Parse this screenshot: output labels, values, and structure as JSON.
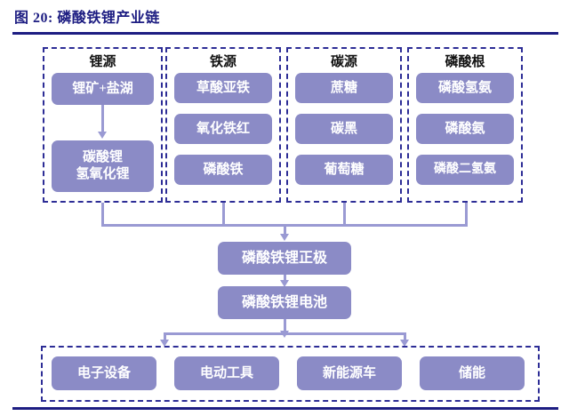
{
  "figure": {
    "title": "图 20: 磷酸铁锂产业链",
    "title_color": "#1d1d82"
  },
  "colors": {
    "node_fill": "#8b8bc6",
    "node_text": "#ffffff",
    "panel_border": "#2d2d96",
    "connector": "#9a9ad3",
    "rule": "#1d1d82"
  },
  "groups": [
    {
      "id": "lithium",
      "title": "锂源",
      "nodes": [
        {
          "lines": [
            "锂矿+盐湖"
          ]
        },
        {
          "lines": [
            "碳酸锂",
            "氢氧化锂"
          ]
        }
      ]
    },
    {
      "id": "iron",
      "title": "铁源",
      "nodes": [
        {
          "lines": [
            "草酸亚铁"
          ]
        },
        {
          "lines": [
            "氧化铁红"
          ]
        },
        {
          "lines": [
            "磷酸铁"
          ]
        }
      ]
    },
    {
      "id": "carbon",
      "title": "碳源",
      "nodes": [
        {
          "lines": [
            "蔗糖"
          ]
        },
        {
          "lines": [
            "碳黑"
          ]
        },
        {
          "lines": [
            "葡萄糖"
          ]
        }
      ]
    },
    {
      "id": "phosphate",
      "title": "磷酸根",
      "nodes": [
        {
          "lines": [
            "磷酸氢氨"
          ]
        },
        {
          "lines": [
            "磷酸氨"
          ]
        },
        {
          "lines": [
            "磷酸二氢氨"
          ]
        }
      ]
    }
  ],
  "midstream": [
    {
      "id": "cathode",
      "label": "磷酸铁锂正极"
    },
    {
      "id": "battery",
      "label": "磷酸铁锂电池"
    }
  ],
  "applications": {
    "nodes": [
      {
        "label": "电子设备"
      },
      {
        "label": "电动工具"
      },
      {
        "label": "新能源车"
      },
      {
        "label": "储能"
      }
    ]
  }
}
